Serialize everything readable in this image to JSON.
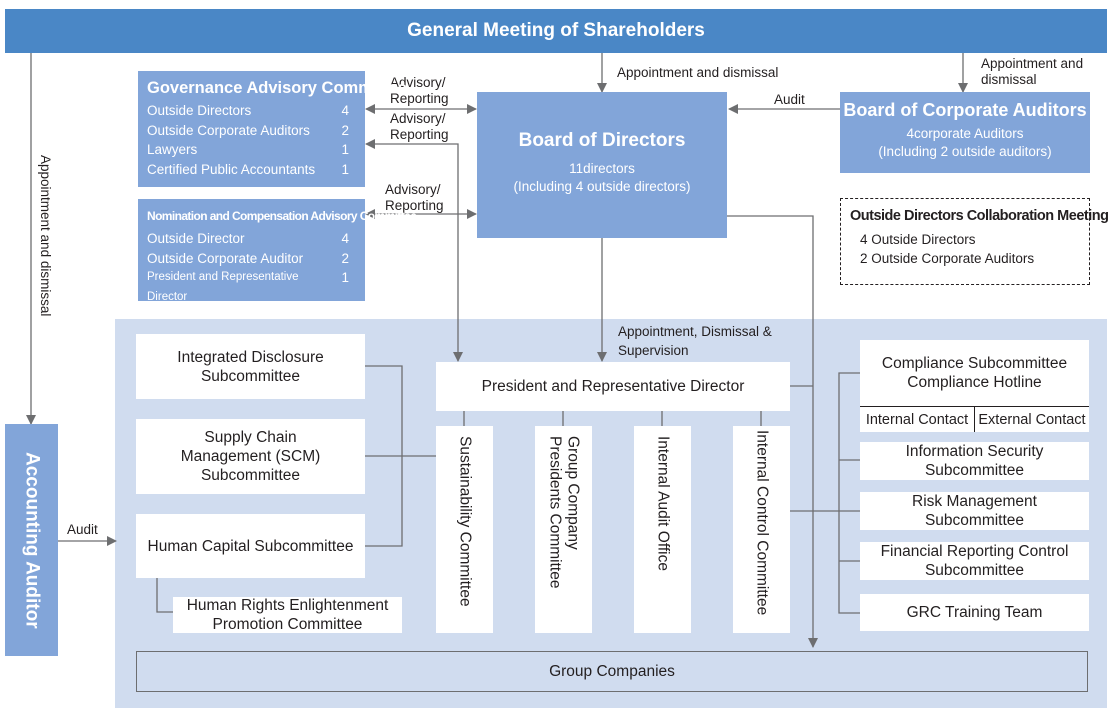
{
  "shareholders": {
    "title": "General Meeting of Shareholders"
  },
  "labels": {
    "appoint_left": "Appointment and dismissal",
    "appoint_board": "Appointment and dismissal",
    "appoint_auditors": "Appointment and\ndismissal",
    "audit_top": "Audit",
    "audit_left": "Audit",
    "advisory_1": "Advisory/\nReporting",
    "advisory_2": "Advisory/\nReporting",
    "advisory_3": "Advisory/\nReporting",
    "appoint_president": "Appointment, Dismissal &\nSupervision"
  },
  "governance": {
    "title": "Governance Advisory Committee",
    "members": [
      {
        "role": "Outside Directors",
        "count": "4"
      },
      {
        "role": "Outside Corporate Auditors",
        "count": "2"
      },
      {
        "role": "Lawyers",
        "count": "1"
      },
      {
        "role": "Certified Public Accountants",
        "count": "1"
      }
    ]
  },
  "nomination": {
    "title": "Nomination and Compensation Advisory Committee",
    "members": [
      {
        "role": "Outside Director",
        "count": "4"
      },
      {
        "role": "Outside Corporate Auditor",
        "count": "2"
      },
      {
        "role": "President and Representative Director",
        "count": "1"
      }
    ]
  },
  "board": {
    "title": "Board of Directors",
    "line1": "11directors",
    "line2": "(Including 4 outside directors)"
  },
  "auditors": {
    "title": "Board of Corporate Auditors",
    "line1": "4corporate Auditors",
    "line2": "(Including 2 outside auditors)"
  },
  "collab": {
    "title": "Outside Directors Collaboration Meeting",
    "line1": "4 Outside Directors",
    "line2": "2 Outside Corporate Auditors"
  },
  "accounting_auditor": {
    "title": "Accounting Auditor"
  },
  "president": {
    "title": "President and Representative Director"
  },
  "left_subcommittees": [
    "Integrated Disclosure\nSubcommittee",
    "Supply Chain\nManagement (SCM)\nSubcommittee",
    "Human Capital Subcommittee"
  ],
  "human_rights": "Human Rights Enlightenment\nPromotion Committee",
  "vertical_committees": [
    "Sustainability Committee",
    "Group Company\nPresidents Committee",
    "Internal Audit Office",
    "Internal Control Committee"
  ],
  "compliance": {
    "title": "Compliance Subcommittee\nCompliance Hotline",
    "internal": "Internal Contact",
    "external": "External Contact"
  },
  "right_subcommittees": [
    "Information Security\nSubcommittee",
    "Risk Management\nSubcommittee",
    "Financial Reporting Control\nSubcommittee",
    "GRC Training Team"
  ],
  "group_companies": "Group Companies",
  "colors": {
    "header": "#4a87c6",
    "box": "#82a5d9",
    "area": "#d0dcef",
    "line": "#6d6e70"
  }
}
